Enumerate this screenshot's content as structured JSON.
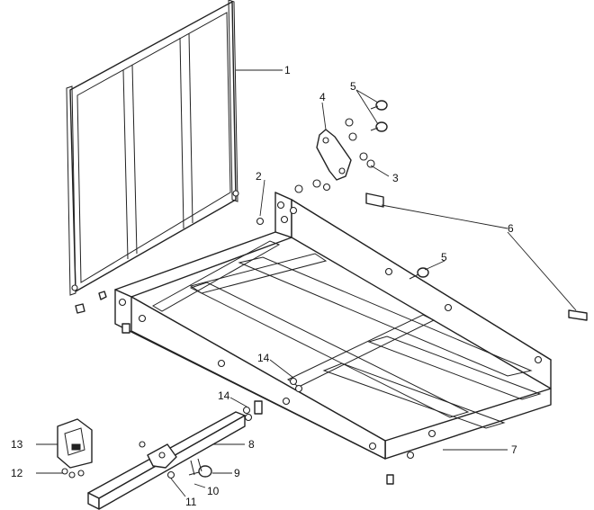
{
  "callouts": [
    {
      "id": "c1",
      "label": "1"
    },
    {
      "id": "c2",
      "label": "2"
    },
    {
      "id": "c3",
      "label": "3"
    },
    {
      "id": "c4",
      "label": "4"
    },
    {
      "id": "c5a",
      "label": "5"
    },
    {
      "id": "c5b",
      "label": "5"
    },
    {
      "id": "c6",
      "label": "6"
    },
    {
      "id": "c7",
      "label": "7"
    },
    {
      "id": "c8",
      "label": "8"
    },
    {
      "id": "c9",
      "label": "9"
    },
    {
      "id": "c10",
      "label": "10"
    },
    {
      "id": "c11",
      "label": "11"
    },
    {
      "id": "c12",
      "label": "12"
    },
    {
      "id": "c13",
      "label": "13"
    },
    {
      "id": "c14a",
      "label": "14"
    },
    {
      "id": "c14b",
      "label": "14"
    }
  ]
}
